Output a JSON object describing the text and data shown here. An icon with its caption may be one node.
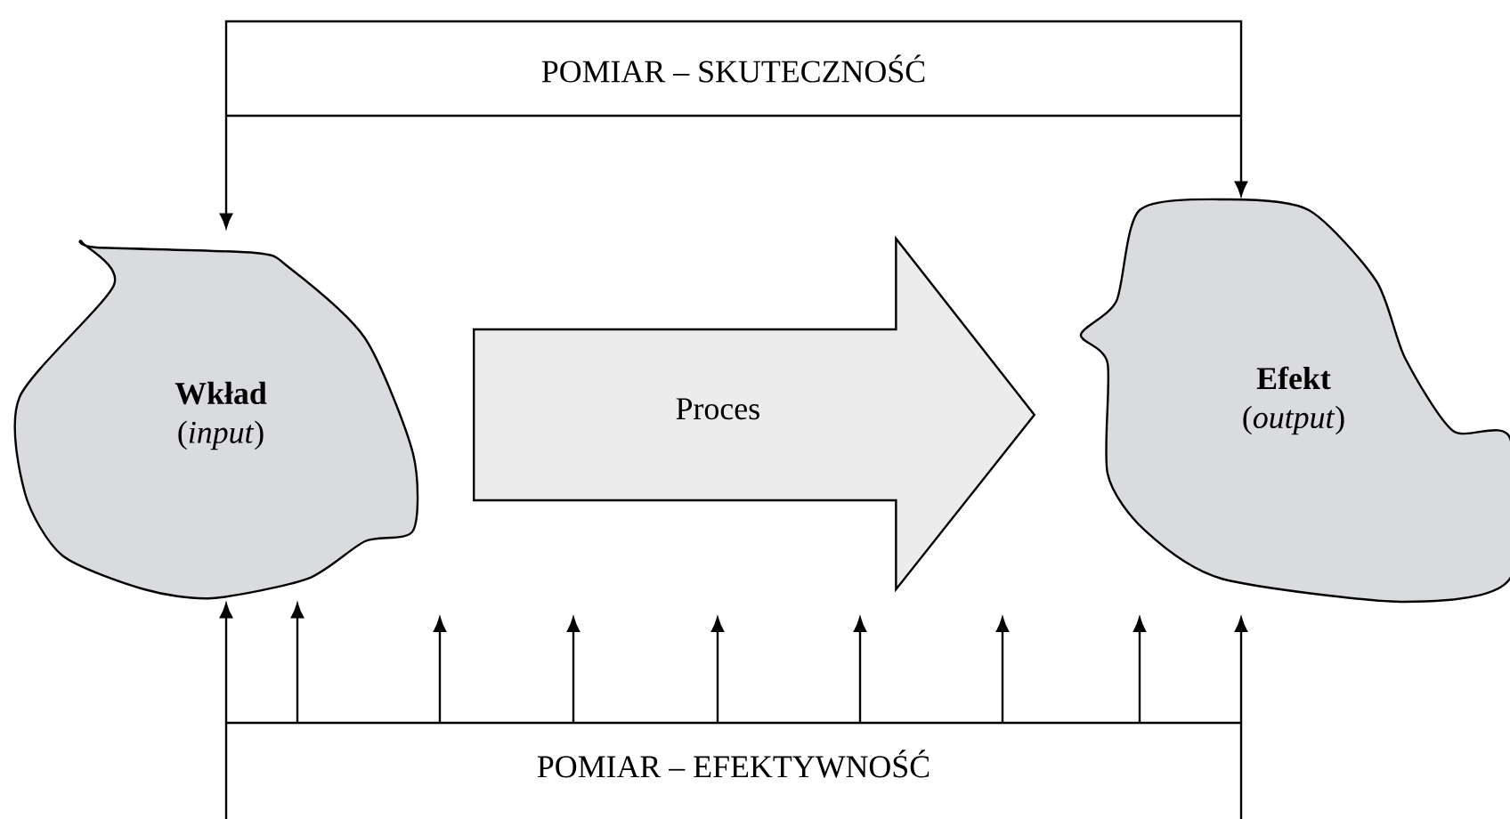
{
  "diagram": {
    "nodes": [
      {
        "text": [
          "POMIAR – SKUTECZNOŚĆ"
        ]
      },
      {
        "text": [
          "Wkład",
          "(*input*)"
        ]
      },
      {
        "text": [
          "Efekt",
          "(*output*)"
        ]
      },
      {
        "text": [
          "POMIAR – EFEKTYWNOŚĆ"
        ]
      }
    ],
    "edges": [
      {
        "from": 0,
        "to": 1,
        "arrow": "to"
      },
      {
        "from": 0,
        "to": 2,
        "arrow": "to"
      },
      {
        "from": 1,
        "to": 2,
        "arrow": "to",
        "label": "Proces"
      },
      {
        "from": 3,
        "to": 1,
        "arrow": "to"
      },
      {
        "from": 3,
        "to": 1,
        "arrow": "to"
      },
      {
        "from": 3,
        "to": null,
        "arrow": "to"
      },
      {
        "from": 3,
        "to": null,
        "arrow": "to"
      },
      {
        "from": 3,
        "to": null,
        "arrow": "to"
      },
      {
        "from": 3,
        "to": null,
        "arrow": "to"
      },
      {
        "from": 3,
        "to": null,
        "arrow": "to"
      },
      {
        "from": 3,
        "to": null,
        "arrow": "to"
      },
      {
        "from": 3,
        "to": null,
        "arrow": "to"
      }
    ]
  }
}
